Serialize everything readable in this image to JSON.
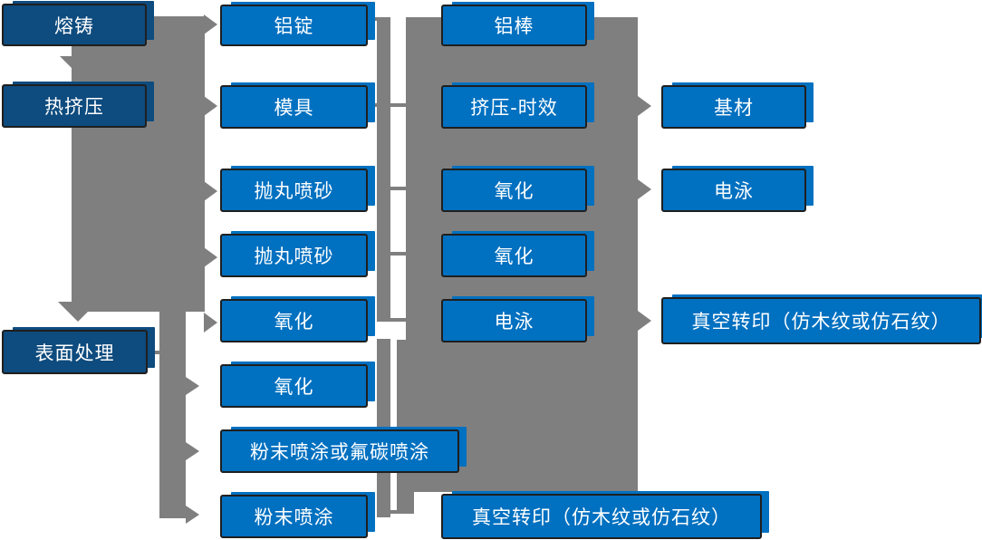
{
  "colors": {
    "node_dark": "#0e4b7e",
    "node_light": "#0070c0",
    "connector": "#7f7f7f",
    "border": "#1f1f1f",
    "text": "#ffffff"
  },
  "nodes": {
    "rongzhu": "熔铸",
    "rejiya": "热挤压",
    "biaomianchuli": "表面处理",
    "lvding": "铝锭",
    "muju": "模具",
    "paowan_1": "抛丸喷砂",
    "paowan_2": "抛丸喷砂",
    "yanghua_1": "氧化",
    "yanghua_2": "氧化",
    "fenmo_futan": "粉末喷涂或氟碳喷涂",
    "fenmo": "粉末喷涂",
    "lvbang": "铝棒",
    "jiya_shixiao": "挤压-时效",
    "yanghua_3": "氧化",
    "yanghua_4": "氧化",
    "dianyong_1": "电泳",
    "zhenkong_1": "真空转印（仿木纹或仿石纹）",
    "jicai": "基材",
    "dianyong_2": "电泳",
    "zhenkong_2": "真空转印（仿木纹或仿石纹）"
  }
}
